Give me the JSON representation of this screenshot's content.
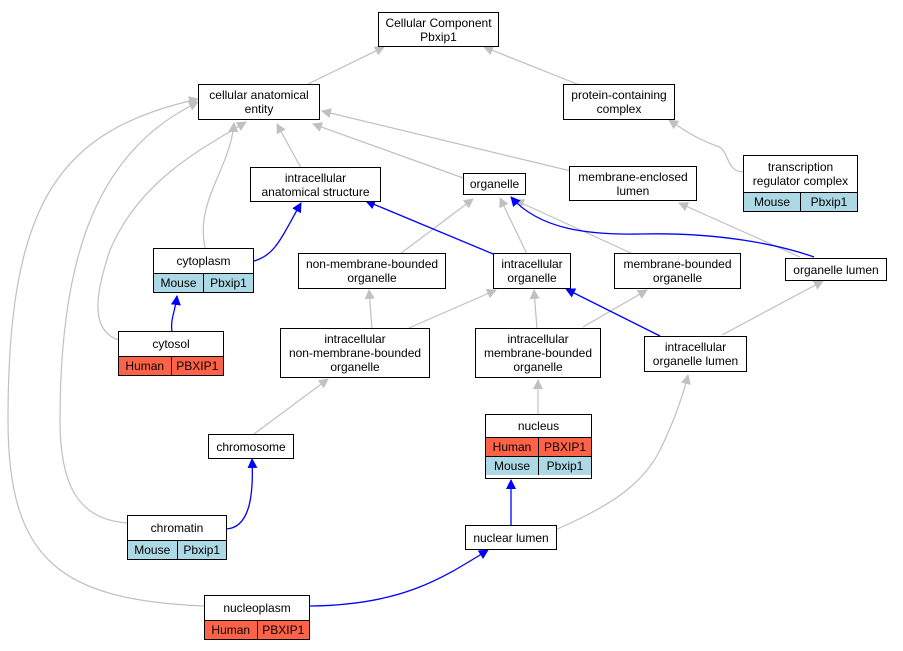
{
  "colors": {
    "human": "#ff6347",
    "mouse": "#add8e6",
    "grey_edge": "#c0c0c0",
    "blue_edge": "#0000ff"
  },
  "nodes": {
    "root": {
      "lines": [
        "Cellular Component",
        "Pbxip1"
      ]
    },
    "cae": {
      "lines": [
        "cellular anatomical",
        "entity"
      ]
    },
    "pcc": {
      "lines": [
        "protein-containing",
        "complex"
      ]
    },
    "ias": {
      "lines": [
        "intracellular",
        "anatomical structure"
      ]
    },
    "organelle": {
      "lines": [
        "organelle"
      ]
    },
    "mel": {
      "lines": [
        "membrane-enclosed",
        "lumen"
      ]
    },
    "trc": {
      "lines": [
        "transcription",
        "regulator complex"
      ],
      "rows": [
        [
          "Mouse",
          "Pbxip1"
        ]
      ]
    },
    "cytoplasm": {
      "lines": [
        "cytoplasm"
      ],
      "rows": [
        [
          "Mouse",
          "Pbxip1"
        ]
      ]
    },
    "nmbo": {
      "lines": [
        "non-membrane-bounded",
        "organelle"
      ]
    },
    "io": {
      "lines": [
        "intracellular",
        "organelle"
      ]
    },
    "mbo": {
      "lines": [
        "membrane-bounded",
        "organelle"
      ]
    },
    "ol": {
      "lines": [
        "organelle lumen"
      ]
    },
    "cytosol": {
      "lines": [
        "cytosol"
      ],
      "rows": [
        [
          "Human",
          "PBXIP1"
        ]
      ]
    },
    "inmbo": {
      "lines": [
        "intracellular",
        "non-membrane-bounded",
        "organelle"
      ]
    },
    "imbo": {
      "lines": [
        "intracellular",
        "membrane-bounded",
        "organelle"
      ]
    },
    "iol": {
      "lines": [
        "intracellular",
        "organelle lumen"
      ]
    },
    "chromosome": {
      "lines": [
        "chromosome"
      ]
    },
    "nucleus": {
      "lines": [
        "nucleus"
      ],
      "rows": [
        [
          "Human",
          "PBXIP1"
        ],
        [
          "Mouse",
          "Pbxip1"
        ]
      ]
    },
    "chromatin": {
      "lines": [
        "chromatin"
      ],
      "rows": [
        [
          "Mouse",
          "Pbxip1"
        ]
      ]
    },
    "nlumen": {
      "lines": [
        "nuclear lumen"
      ]
    },
    "nucleoplasm": {
      "lines": [
        "nucleoplasm"
      ],
      "rows": [
        [
          "Human",
          "PBXIP1"
        ]
      ]
    }
  }
}
